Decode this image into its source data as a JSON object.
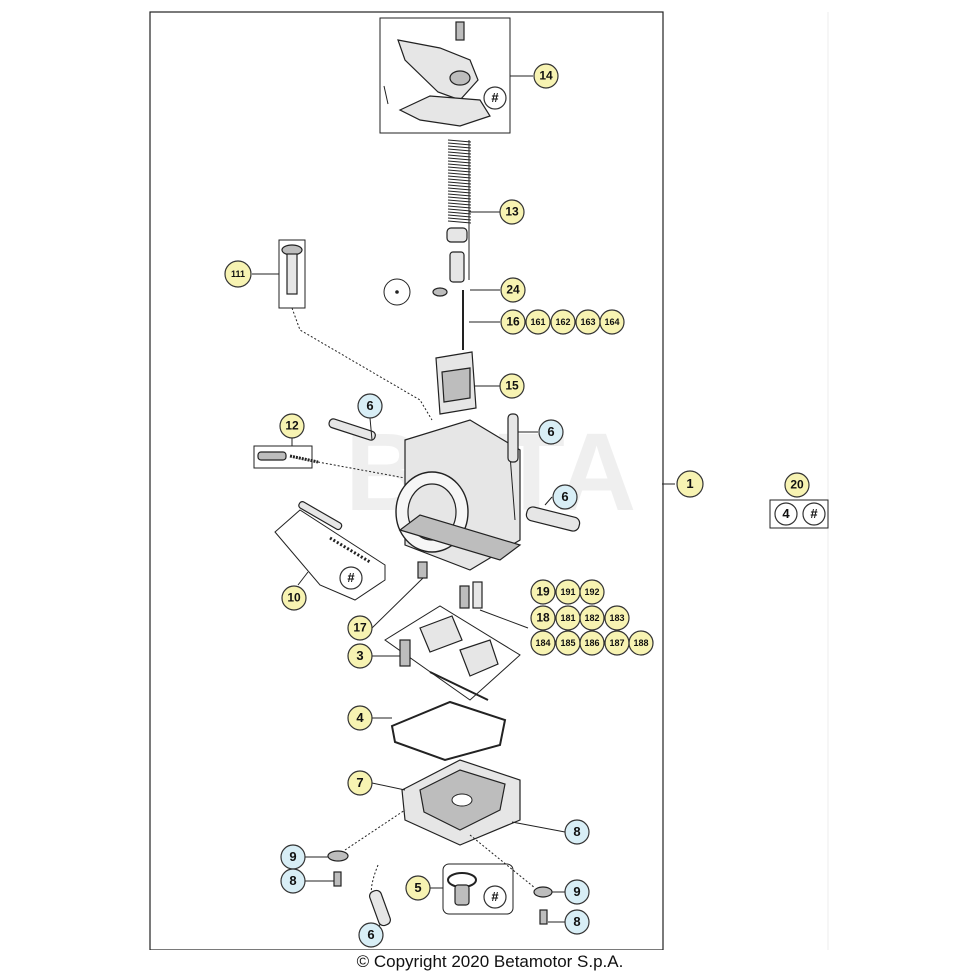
{
  "copyright": "© Copyright 2020 Betamotor S.p.A.",
  "watermark": "BETA",
  "colors": {
    "callout_yellow": "#f7f3b2",
    "callout_blue": "#d8eef6",
    "callout_white": "#ffffff",
    "line": "#222222"
  },
  "callouts": [
    {
      "id": "c1",
      "label": "1",
      "color": "yellow"
    },
    {
      "id": "c14",
      "label": "14",
      "color": "yellow"
    },
    {
      "id": "c13",
      "label": "13",
      "color": "yellow"
    },
    {
      "id": "c24",
      "label": "24",
      "color": "yellow"
    },
    {
      "id": "c16",
      "label": "16",
      "color": "yellow"
    },
    {
      "id": "c161",
      "label": "161",
      "color": "yellow"
    },
    {
      "id": "c162",
      "label": "162",
      "color": "yellow"
    },
    {
      "id": "c163",
      "label": "163",
      "color": "yellow"
    },
    {
      "id": "c164",
      "label": "164",
      "color": "yellow"
    },
    {
      "id": "c111",
      "label": "111",
      "color": "yellow"
    },
    {
      "id": "c15",
      "label": "15",
      "color": "yellow"
    },
    {
      "id": "c6a",
      "label": "6",
      "color": "blue"
    },
    {
      "id": "c6b",
      "label": "6",
      "color": "blue"
    },
    {
      "id": "c6c",
      "label": "6",
      "color": "blue"
    },
    {
      "id": "c12",
      "label": "12",
      "color": "yellow"
    },
    {
      "id": "c10",
      "label": "10",
      "color": "yellow"
    },
    {
      "id": "c20",
      "label": "20",
      "color": "yellow"
    },
    {
      "id": "c4b",
      "label": "4",
      "color": "white"
    },
    {
      "id": "cHashA",
      "label": "#",
      "color": "white"
    },
    {
      "id": "cHashB",
      "label": "#",
      "color": "white"
    },
    {
      "id": "cHashC",
      "label": "#",
      "color": "white"
    },
    {
      "id": "cHashD",
      "label": "#",
      "color": "white"
    },
    {
      "id": "c19",
      "label": "19",
      "color": "yellow"
    },
    {
      "id": "c191",
      "label": "191",
      "color": "yellow"
    },
    {
      "id": "c192",
      "label": "192",
      "color": "yellow"
    },
    {
      "id": "c18",
      "label": "18",
      "color": "yellow"
    },
    {
      "id": "c181",
      "label": "181",
      "color": "yellow"
    },
    {
      "id": "c182",
      "label": "182",
      "color": "yellow"
    },
    {
      "id": "c183",
      "label": "183",
      "color": "yellow"
    },
    {
      "id": "c184",
      "label": "184",
      "color": "yellow"
    },
    {
      "id": "c185",
      "label": "185",
      "color": "yellow"
    },
    {
      "id": "c186",
      "label": "186",
      "color": "yellow"
    },
    {
      "id": "c187",
      "label": "187",
      "color": "yellow"
    },
    {
      "id": "c188",
      "label": "188",
      "color": "yellow"
    },
    {
      "id": "c17",
      "label": "17",
      "color": "yellow"
    },
    {
      "id": "c3",
      "label": "3",
      "color": "yellow"
    },
    {
      "id": "c4",
      "label": "4",
      "color": "yellow"
    },
    {
      "id": "c7",
      "label": "7",
      "color": "yellow"
    },
    {
      "id": "c8a",
      "label": "8",
      "color": "blue"
    },
    {
      "id": "c9a",
      "label": "9",
      "color": "blue"
    },
    {
      "id": "c8b",
      "label": "8",
      "color": "blue"
    },
    {
      "id": "c5",
      "label": "5",
      "color": "yellow"
    },
    {
      "id": "c9b",
      "label": "9",
      "color": "blue"
    },
    {
      "id": "c8c",
      "label": "8",
      "color": "blue"
    },
    {
      "id": "c6d",
      "label": "6",
      "color": "blue"
    }
  ]
}
